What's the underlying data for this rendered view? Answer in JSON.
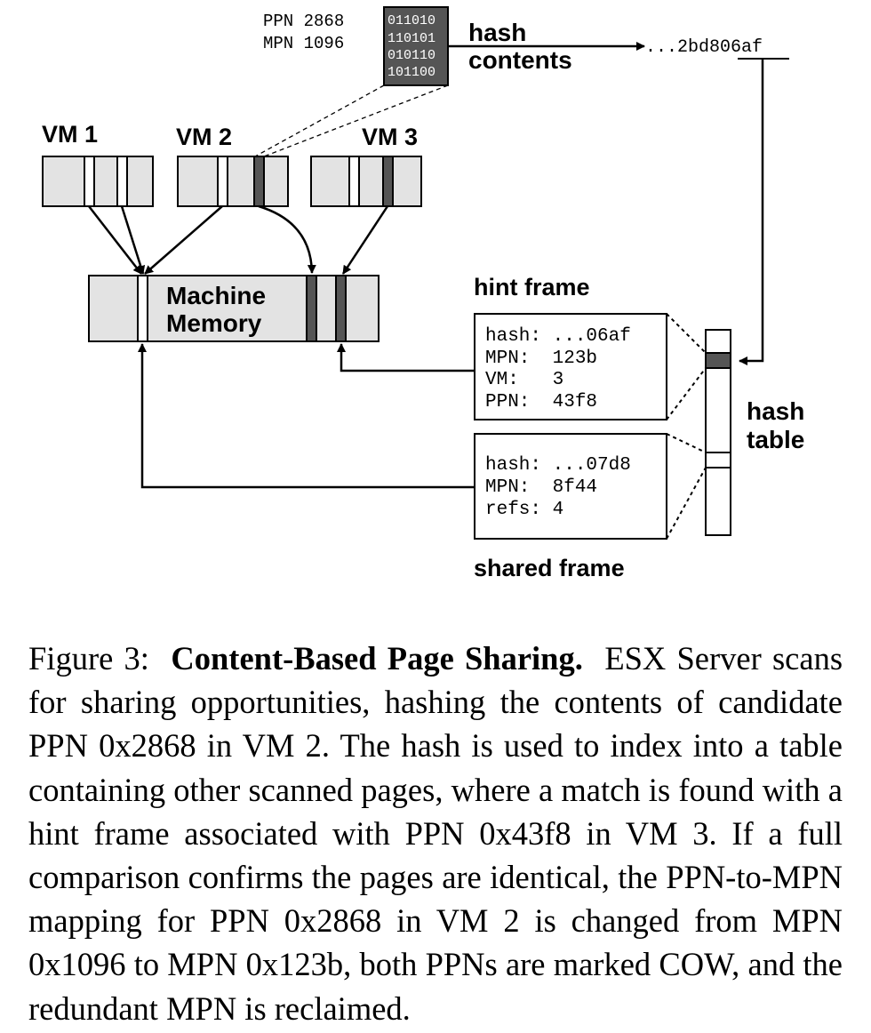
{
  "figure": {
    "page_ppn": "PPN 2868",
    "page_mpn": "MPN 1096",
    "bits": [
      "011010",
      "110101",
      "010110",
      "101100"
    ],
    "hash_label_1": "hash",
    "hash_label_2": "contents",
    "hash_value": "...2bd806af",
    "vm1": "VM 1",
    "vm2": "VM 2",
    "vm3": "VM 3",
    "machine_memory_1": "Machine",
    "machine_memory_2": "Memory",
    "hint_frame_title": "hint frame",
    "hint_frame_lines": [
      "hash: ...06af",
      "MPN:  123b",
      "VM:   3",
      "PPN:  43f8"
    ],
    "shared_frame_title": "shared frame",
    "shared_frame_lines": [
      "hash: ...07d8",
      "MPN:  8f44",
      "refs: 4"
    ],
    "hash_table_1": "hash",
    "hash_table_2": "table"
  },
  "caption": {
    "label": "Figure 3:",
    "title": "Content-Based Page Sharing.",
    "body": "ESX Server scans for sharing opportunities, hashing the contents of can­didate PPN 0x2868 in VM 2. The hash is used to index into a table containing other scanned pages, where a match is found with a hint frame associated with PPN 0x43f8 in VM 3. If a full comparison confirms the pages are identical, the PPN-to-MPN mapping for PPN 0x2868 in VM 2 is changed from MPN 0x1096 to MPN 0x123b, both PPNs are marked COW, and the redundant MPN is reclaimed."
  },
  "colors": {
    "box_fill": "#e3e3e3",
    "dark_page": "#555555",
    "line": "#000000"
  }
}
